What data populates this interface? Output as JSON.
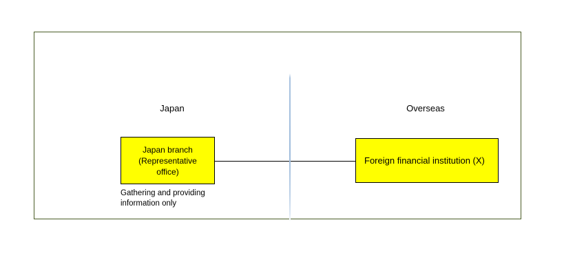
{
  "diagram": {
    "frame": {
      "border_color": "#4a5c26",
      "background": "#ffffff"
    },
    "divider": {
      "name": "japan-overseas-divider",
      "color": "#9fbcdc",
      "orientation": "vertical"
    },
    "regions": [
      {
        "id": "japan",
        "label": "Japan"
      },
      {
        "id": "overseas",
        "label": "Overseas"
      }
    ],
    "nodes": [
      {
        "id": "japan-branch",
        "label": "Japan branch\n(Representative\noffice)",
        "fill": "#ffff00",
        "stroke": "#000000",
        "region": "japan"
      },
      {
        "id": "foreign-institution",
        "label": "Foreign financial institution (X)",
        "fill": "#ffff00",
        "stroke": "#000000",
        "region": "overseas"
      }
    ],
    "connectors": [
      {
        "id": "branch-to-institution",
        "from": "japan-branch",
        "to": "foreign-institution",
        "style": "solid",
        "color": "#000000"
      }
    ],
    "annotations": [
      {
        "id": "japan-branch-note",
        "text": "Gathering and providing\ninformation only",
        "attached_to": "japan-branch"
      }
    ]
  }
}
